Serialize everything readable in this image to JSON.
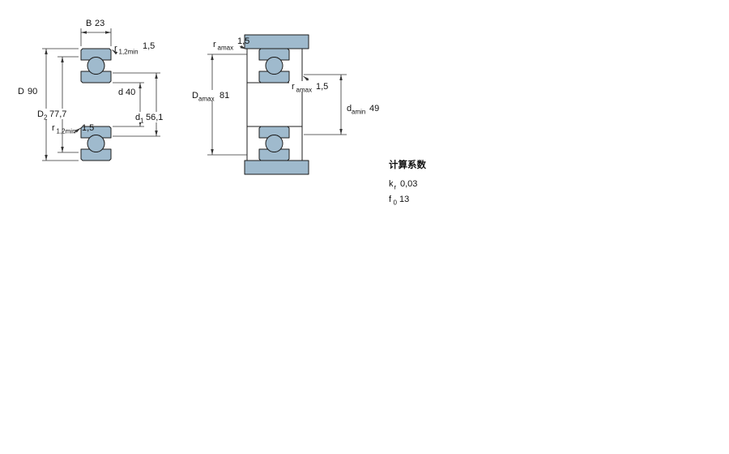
{
  "drawing": {
    "colors": {
      "background": "#ffffff",
      "part_fill": "#9fbacd",
      "part_outline": "#1c1c1c",
      "dimension_lines": "#333333",
      "text": "#111111"
    },
    "left_view": {
      "width_B": {
        "letter": "B",
        "value": "23"
      },
      "chamfer_top": {
        "letter": "r",
        "sub": "1,2min",
        "value": "1,5"
      },
      "outside_diameter_D": {
        "letter": "D",
        "value": "90"
      },
      "bore_diameter_d": {
        "letter": "d",
        "value": "40"
      },
      "shoulder_D2": {
        "letter": "D",
        "sub": "2",
        "value": "77,7"
      },
      "shoulder_d1": {
        "letter": "d",
        "sub": "1",
        "value": "56,1"
      },
      "chamfer_bottom": {
        "letter": "r",
        "sub": "1,2min",
        "value": "1,5"
      }
    },
    "right_view": {
      "fillet_top": {
        "letter": "r",
        "sub": "amax",
        "value": "1,5"
      },
      "housing_abutment_Da": {
        "letter": "D",
        "sub": "amax",
        "value": "81"
      },
      "fillet_mid": {
        "letter": "r",
        "sub": "amax",
        "value": "1,5"
      },
      "shaft_abutment_da": {
        "letter": "d",
        "sub": "amin",
        "value": "49"
      }
    },
    "calculation_factors": {
      "title": "计算系数",
      "kr": {
        "letter": "k",
        "sub": "r",
        "value": "0,03"
      },
      "f0": {
        "letter": "f",
        "sub": "0",
        "value": "13"
      }
    }
  }
}
